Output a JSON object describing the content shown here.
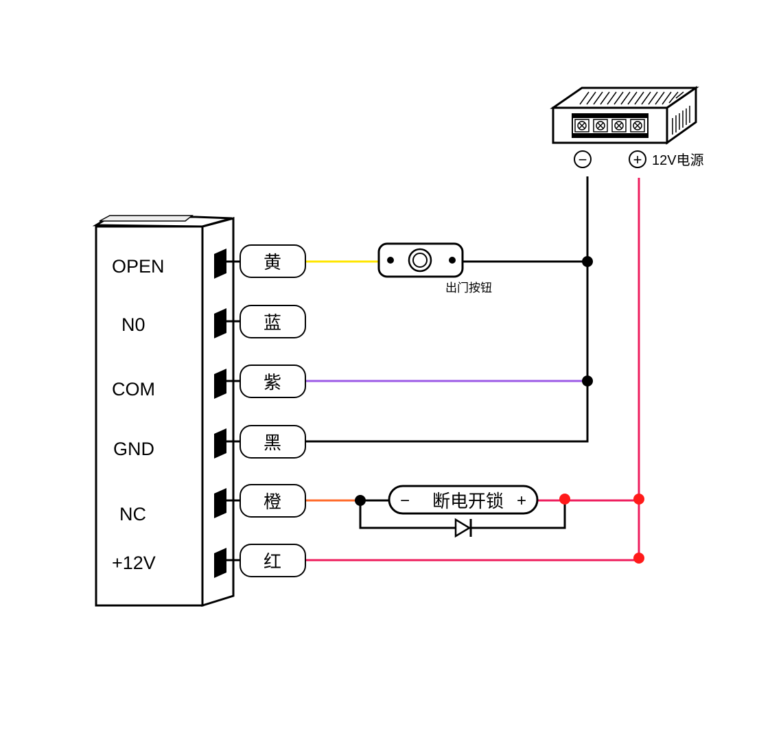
{
  "controller": {
    "terminals": [
      {
        "label": "OPEN"
      },
      {
        "label": "N0"
      },
      {
        "label": "COM"
      },
      {
        "label": "GND"
      },
      {
        "label": "NC"
      },
      {
        "label": "+12V"
      }
    ]
  },
  "wires": [
    {
      "label": "黄",
      "color": "#ffe600"
    },
    {
      "label": "蓝",
      "color": "#000000"
    },
    {
      "label": "紫",
      "color": "#9b59e6"
    },
    {
      "label": "黑",
      "color": "#000000"
    },
    {
      "label": "橙",
      "color": "#ff6a2a"
    },
    {
      "label": "红",
      "color": "#ee1c5c"
    }
  ],
  "exit_button": {
    "label": "出门按钮"
  },
  "lock": {
    "minus": "−",
    "label": "断电开锁",
    "plus": "+"
  },
  "power_supply": {
    "minus_symbol": "−",
    "plus_symbol": "+",
    "label": "12V电源",
    "terminal_icon": "screw-terminal-icon"
  },
  "colors": {
    "positive": "#ee1c5c",
    "junction_red": "#ff1a1a",
    "junction_black": "#000000"
  }
}
